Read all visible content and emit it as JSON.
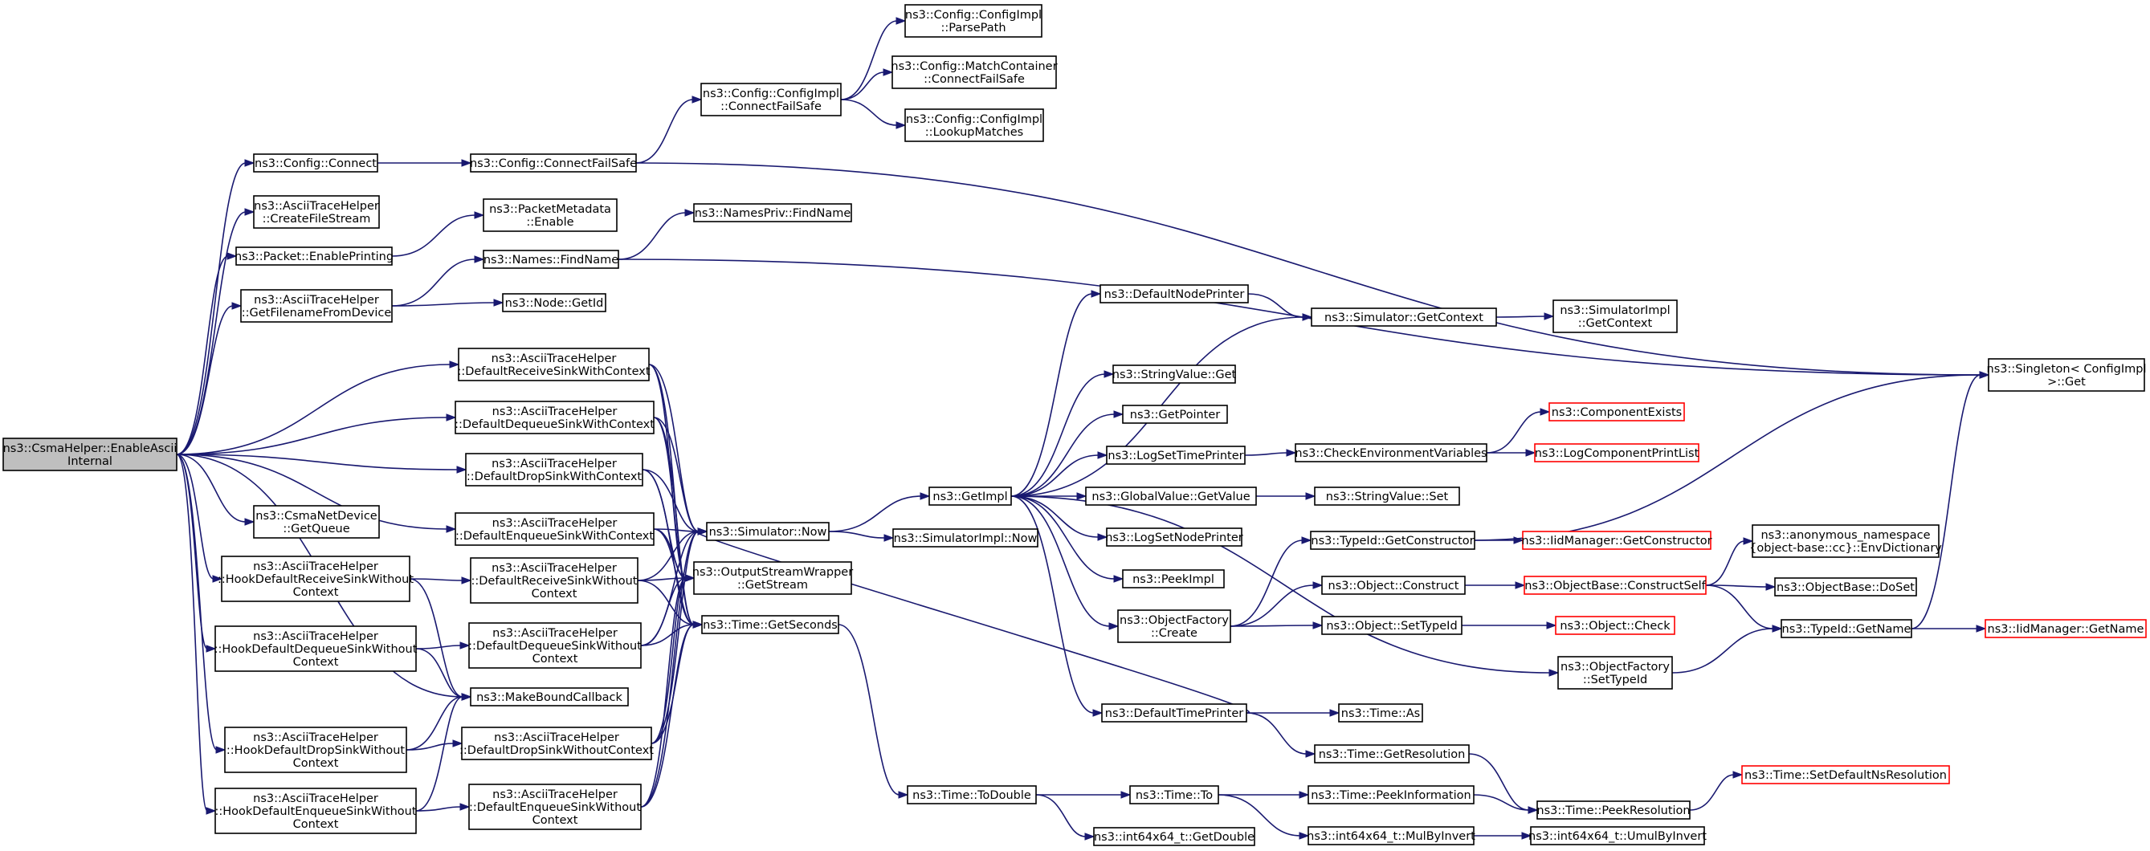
{
  "graph": {
    "nodes": [
      {
        "id": "root",
        "lines": [
          "ns3::CsmaHelper::EnableAscii",
          "Internal"
        ],
        "kind": "root"
      },
      {
        "id": "cfgConnect",
        "lines": [
          "ns3::Config::Connect"
        ],
        "kind": "normal"
      },
      {
        "id": "createFile",
        "lines": [
          "ns3::AsciiTraceHelper",
          "::CreateFileStream"
        ],
        "kind": "normal"
      },
      {
        "id": "pktEnable",
        "lines": [
          "ns3::Packet::EnablePrinting"
        ],
        "kind": "normal"
      },
      {
        "id": "getFilename",
        "lines": [
          "ns3::AsciiTraceHelper",
          "::GetFilenameFromDevice"
        ],
        "kind": "normal"
      },
      {
        "id": "defRecvCtx",
        "lines": [
          "ns3::AsciiTraceHelper",
          "::DefaultReceiveSinkWithContext"
        ],
        "kind": "normal"
      },
      {
        "id": "defDeqCtx",
        "lines": [
          "ns3::AsciiTraceHelper",
          "::DefaultDequeueSinkWithContext"
        ],
        "kind": "normal"
      },
      {
        "id": "defDropCtx",
        "lines": [
          "ns3::AsciiTraceHelper",
          "::DefaultDropSinkWithContext"
        ],
        "kind": "normal"
      },
      {
        "id": "defEnqCtx",
        "lines": [
          "ns3::AsciiTraceHelper",
          "::DefaultEnqueueSinkWithContext"
        ],
        "kind": "normal"
      },
      {
        "id": "csmaGetQueue",
        "lines": [
          "ns3::CsmaNetDevice",
          "::GetQueue"
        ],
        "kind": "normal"
      },
      {
        "id": "hookRecv",
        "lines": [
          "ns3::AsciiTraceHelper",
          "::HookDefaultReceiveSinkWithout",
          "Context"
        ],
        "kind": "normal"
      },
      {
        "id": "hookDeq",
        "lines": [
          "ns3::AsciiTraceHelper",
          "::HookDefaultDequeueSinkWithout",
          "Context"
        ],
        "kind": "normal"
      },
      {
        "id": "hookDrop",
        "lines": [
          "ns3::AsciiTraceHelper",
          "::HookDefaultDropSinkWithout",
          "Context"
        ],
        "kind": "normal"
      },
      {
        "id": "hookEnq",
        "lines": [
          "ns3::AsciiTraceHelper",
          "::HookDefaultEnqueueSinkWithout",
          "Context"
        ],
        "kind": "normal"
      },
      {
        "id": "cfgConnectFS",
        "lines": [
          "ns3::Config::ConnectFailSafe"
        ],
        "kind": "normal"
      },
      {
        "id": "pktMetaEnable",
        "lines": [
          "ns3::PacketMetadata",
          "::Enable"
        ],
        "kind": "normal"
      },
      {
        "id": "namesFind",
        "lines": [
          "ns3::Names::FindName"
        ],
        "kind": "normal"
      },
      {
        "id": "nodeGetId",
        "lines": [
          "ns3::Node::GetId"
        ],
        "kind": "normal"
      },
      {
        "id": "defRecvNoCtx",
        "lines": [
          "ns3::AsciiTraceHelper",
          "::DefaultReceiveSinkWithout",
          "Context"
        ],
        "kind": "normal"
      },
      {
        "id": "defDeqNoCtx",
        "lines": [
          "ns3::AsciiTraceHelper",
          "::DefaultDequeueSinkWithout",
          "Context"
        ],
        "kind": "normal"
      },
      {
        "id": "makeBound",
        "lines": [
          "ns3::MakeBoundCallback"
        ],
        "kind": "normal"
      },
      {
        "id": "defDropNoCtx",
        "lines": [
          "ns3::AsciiTraceHelper",
          "::DefaultDropSinkWithoutContext"
        ],
        "kind": "normal"
      },
      {
        "id": "defEnqNoCtx",
        "lines": [
          "ns3::AsciiTraceHelper",
          "::DefaultEnqueueSinkWithout",
          "Context"
        ],
        "kind": "normal"
      },
      {
        "id": "cfgImplConnectFS",
        "lines": [
          "ns3::Config::ConfigImpl",
          "::ConnectFailSafe"
        ],
        "kind": "normal"
      },
      {
        "id": "namesPrivFind",
        "lines": [
          "ns3::NamesPriv::FindName"
        ],
        "kind": "normal"
      },
      {
        "id": "simNow",
        "lines": [
          "ns3::Simulator::Now"
        ],
        "kind": "normal"
      },
      {
        "id": "oswGetStream",
        "lines": [
          "ns3::OutputStreamWrapper",
          "::GetStream"
        ],
        "kind": "normal"
      },
      {
        "id": "timeGetSeconds",
        "lines": [
          "ns3::Time::GetSeconds"
        ],
        "kind": "normal"
      },
      {
        "id": "cfgParsePath",
        "lines": [
          "ns3::Config::ConfigImpl",
          "::ParsePath"
        ],
        "kind": "normal"
      },
      {
        "id": "cfgMatchConnFS",
        "lines": [
          "ns3::Config::MatchContainer",
          "::ConnectFailSafe"
        ],
        "kind": "normal"
      },
      {
        "id": "cfgLookup",
        "lines": [
          "ns3::Config::ConfigImpl",
          "::LookupMatches"
        ],
        "kind": "normal"
      },
      {
        "id": "getImpl",
        "lines": [
          "ns3::GetImpl"
        ],
        "kind": "normal"
      },
      {
        "id": "simImplNow",
        "lines": [
          "ns3::SimulatorImpl::Now"
        ],
        "kind": "normal"
      },
      {
        "id": "timeToDouble",
        "lines": [
          "ns3::Time::ToDouble"
        ],
        "kind": "normal"
      },
      {
        "id": "defNodePrinter",
        "lines": [
          "ns3::DefaultNodePrinter"
        ],
        "kind": "normal"
      },
      {
        "id": "strValGet",
        "lines": [
          "ns3::StringValue::Get"
        ],
        "kind": "normal"
      },
      {
        "id": "getPointer",
        "lines": [
          "ns3::GetPointer"
        ],
        "kind": "normal"
      },
      {
        "id": "logSetTimePrinter",
        "lines": [
          "ns3::LogSetTimePrinter"
        ],
        "kind": "normal"
      },
      {
        "id": "gvGetValue",
        "lines": [
          "ns3::GlobalValue::GetValue"
        ],
        "kind": "normal"
      },
      {
        "id": "logSetNodePrinter",
        "lines": [
          "ns3::LogSetNodePrinter"
        ],
        "kind": "normal"
      },
      {
        "id": "peekImpl",
        "lines": [
          "ns3::PeekImpl"
        ],
        "kind": "normal"
      },
      {
        "id": "objFactCreate",
        "lines": [
          "ns3::ObjectFactory",
          "::Create"
        ],
        "kind": "normal"
      },
      {
        "id": "defTimePrinter",
        "lines": [
          "ns3::DefaultTimePrinter"
        ],
        "kind": "normal"
      },
      {
        "id": "timeTo",
        "lines": [
          "ns3::Time::To"
        ],
        "kind": "normal"
      },
      {
        "id": "i64GetDouble",
        "lines": [
          "ns3::int64x64_t::GetDouble"
        ],
        "kind": "normal"
      },
      {
        "id": "simGetContext",
        "lines": [
          "ns3::Simulator::GetContext"
        ],
        "kind": "normal"
      },
      {
        "id": "checkEnvVars",
        "lines": [
          "ns3::CheckEnvironmentVariables"
        ],
        "kind": "normal"
      },
      {
        "id": "strValSet",
        "lines": [
          "ns3::StringValue::Set"
        ],
        "kind": "normal"
      },
      {
        "id": "typeIdGetCtor",
        "lines": [
          "ns3::TypeId::GetConstructor"
        ],
        "kind": "normal"
      },
      {
        "id": "objConstruct",
        "lines": [
          "ns3::Object::Construct"
        ],
        "kind": "normal"
      },
      {
        "id": "objSetTypeId",
        "lines": [
          "ns3::Object::SetTypeId"
        ],
        "kind": "normal"
      },
      {
        "id": "timeAs",
        "lines": [
          "ns3::Time::As"
        ],
        "kind": "normal"
      },
      {
        "id": "timeGetRes",
        "lines": [
          "ns3::Time::GetResolution"
        ],
        "kind": "normal"
      },
      {
        "id": "timePeekInfo",
        "lines": [
          "ns3::Time::PeekInformation"
        ],
        "kind": "normal"
      },
      {
        "id": "i64MulByInv",
        "lines": [
          "ns3::int64x64_t::MulByInvert"
        ],
        "kind": "normal"
      },
      {
        "id": "simImplGetCtx",
        "lines": [
          "ns3::SimulatorImpl",
          "::GetContext"
        ],
        "kind": "normal"
      },
      {
        "id": "compExists",
        "lines": [
          "ns3::ComponentExists"
        ],
        "kind": "truncated"
      },
      {
        "id": "logCompPrintList",
        "lines": [
          "ns3::LogComponentPrintList"
        ],
        "kind": "truncated"
      },
      {
        "id": "iidMgrGetCtor",
        "lines": [
          "ns3::IidManager::GetConstructor"
        ],
        "kind": "truncated"
      },
      {
        "id": "objBaseConstructSelf",
        "lines": [
          "ns3::ObjectBase::ConstructSelf"
        ],
        "kind": "truncated"
      },
      {
        "id": "objCheck",
        "lines": [
          "ns3::Object::Check"
        ],
        "kind": "truncated"
      },
      {
        "id": "objFactSetTypeId",
        "lines": [
          "ns3::ObjectFactory",
          "::SetTypeId"
        ],
        "kind": "normal"
      },
      {
        "id": "timePeekRes",
        "lines": [
          "ns3::Time::PeekResolution"
        ],
        "kind": "normal"
      },
      {
        "id": "i64UmulByInv",
        "lines": [
          "ns3::int64x64_t::UmulByInvert"
        ],
        "kind": "normal"
      },
      {
        "id": "singletonGet",
        "lines": [
          "ns3::Singleton< ConfigImpl",
          ">::Get"
        ],
        "kind": "normal"
      },
      {
        "id": "envDictionary",
        "lines": [
          "ns3::anonymous_namespace",
          "{object-base::cc}::EnvDictionary"
        ],
        "kind": "normal"
      },
      {
        "id": "objBaseDoSet",
        "lines": [
          "ns3::ObjectBase::DoSet"
        ],
        "kind": "normal"
      },
      {
        "id": "typeIdGetName",
        "lines": [
          "ns3::TypeId::GetName"
        ],
        "kind": "normal"
      },
      {
        "id": "timeSetDefaultNs",
        "lines": [
          "ns3::Time::SetDefaultNsResolution"
        ],
        "kind": "truncated"
      },
      {
        "id": "iidMgrGetName",
        "lines": [
          "ns3::IidManager::GetName"
        ],
        "kind": "truncated"
      }
    ],
    "edges": [
      [
        "root",
        "cfgConnect"
      ],
      [
        "root",
        "createFile"
      ],
      [
        "root",
        "pktEnable"
      ],
      [
        "root",
        "getFilename"
      ],
      [
        "root",
        "defRecvCtx"
      ],
      [
        "root",
        "defDeqCtx"
      ],
      [
        "root",
        "defDropCtx"
      ],
      [
        "root",
        "defEnqCtx"
      ],
      [
        "root",
        "csmaGetQueue"
      ],
      [
        "root",
        "hookRecv"
      ],
      [
        "root",
        "hookDeq"
      ],
      [
        "root",
        "hookDrop"
      ],
      [
        "root",
        "hookEnq"
      ],
      [
        "root",
        "makeBound"
      ],
      [
        "cfgConnect",
        "cfgConnectFS"
      ],
      [
        "cfgConnectFS",
        "cfgImplConnectFS"
      ],
      [
        "cfgConnectFS",
        "singletonGet"
      ],
      [
        "cfgImplConnectFS",
        "cfgParsePath"
      ],
      [
        "cfgImplConnectFS",
        "cfgMatchConnFS"
      ],
      [
        "cfgImplConnectFS",
        "cfgLookup"
      ],
      [
        "pktEnable",
        "pktMetaEnable"
      ],
      [
        "getFilename",
        "namesFind"
      ],
      [
        "getFilename",
        "nodeGetId"
      ],
      [
        "namesFind",
        "namesPrivFind"
      ],
      [
        "namesFind",
        "singletonGet"
      ],
      [
        "defRecvCtx",
        "simNow"
      ],
      [
        "defRecvCtx",
        "oswGetStream"
      ],
      [
        "defRecvCtx",
        "timeGetSeconds"
      ],
      [
        "defDeqCtx",
        "simNow"
      ],
      [
        "defDeqCtx",
        "oswGetStream"
      ],
      [
        "defDeqCtx",
        "timeGetSeconds"
      ],
      [
        "defDropCtx",
        "simNow"
      ],
      [
        "defDropCtx",
        "oswGetStream"
      ],
      [
        "defDropCtx",
        "timeGetSeconds"
      ],
      [
        "defEnqCtx",
        "simNow"
      ],
      [
        "defEnqCtx",
        "oswGetStream"
      ],
      [
        "defEnqCtx",
        "timeGetSeconds"
      ],
      [
        "hookRecv",
        "defRecvNoCtx"
      ],
      [
        "hookRecv",
        "makeBound"
      ],
      [
        "hookDeq",
        "defDeqNoCtx"
      ],
      [
        "hookDeq",
        "makeBound"
      ],
      [
        "hookDrop",
        "defDropNoCtx"
      ],
      [
        "hookDrop",
        "makeBound"
      ],
      [
        "hookEnq",
        "defEnqNoCtx"
      ],
      [
        "hookEnq",
        "makeBound"
      ],
      [
        "defRecvNoCtx",
        "simNow"
      ],
      [
        "defRecvNoCtx",
        "oswGetStream"
      ],
      [
        "defRecvNoCtx",
        "timeGetSeconds"
      ],
      [
        "defDeqNoCtx",
        "simNow"
      ],
      [
        "defDeqNoCtx",
        "oswGetStream"
      ],
      [
        "defDeqNoCtx",
        "timeGetSeconds"
      ],
      [
        "defDropNoCtx",
        "simNow"
      ],
      [
        "defDropNoCtx",
        "oswGetStream"
      ],
      [
        "defDropNoCtx",
        "timeGetSeconds"
      ],
      [
        "defEnqNoCtx",
        "simNow"
      ],
      [
        "defEnqNoCtx",
        "oswGetStream"
      ],
      [
        "defEnqNoCtx",
        "timeGetSeconds"
      ],
      [
        "simNow",
        "getImpl"
      ],
      [
        "simNow",
        "simImplNow"
      ],
      [
        "timeGetSeconds",
        "timeToDouble"
      ],
      [
        "timeToDouble",
        "timeTo"
      ],
      [
        "timeToDouble",
        "i64GetDouble"
      ],
      [
        "getImpl",
        "defNodePrinter"
      ],
      [
        "getImpl",
        "strValGet"
      ],
      [
        "getImpl",
        "getPointer"
      ],
      [
        "getImpl",
        "logSetTimePrinter"
      ],
      [
        "getImpl",
        "gvGetValue"
      ],
      [
        "getImpl",
        "logSetNodePrinter"
      ],
      [
        "getImpl",
        "peekImpl"
      ],
      [
        "getImpl",
        "objFactCreate"
      ],
      [
        "getImpl",
        "defTimePrinter"
      ],
      [
        "getImpl",
        "simGetContext"
      ],
      [
        "getImpl",
        "objFactSetTypeId"
      ],
      [
        "defNodePrinter",
        "simGetContext"
      ],
      [
        "simGetContext",
        "simImplGetCtx"
      ],
      [
        "logSetTimePrinter",
        "checkEnvVars"
      ],
      [
        "checkEnvVars",
        "compExists"
      ],
      [
        "checkEnvVars",
        "logCompPrintList"
      ],
      [
        "gvGetValue",
        "strValSet"
      ],
      [
        "objFactCreate",
        "typeIdGetCtor"
      ],
      [
        "objFactCreate",
        "objConstruct"
      ],
      [
        "objFactCreate",
        "objSetTypeId"
      ],
      [
        "typeIdGetCtor",
        "iidMgrGetCtor"
      ],
      [
        "typeIdGetCtor",
        "singletonGet"
      ],
      [
        "objConstruct",
        "objBaseConstructSelf"
      ],
      [
        "objSetTypeId",
        "objCheck"
      ],
      [
        "objBaseConstructSelf",
        "envDictionary"
      ],
      [
        "objBaseConstructSelf",
        "objBaseDoSet"
      ],
      [
        "objBaseConstructSelf",
        "typeIdGetName"
      ],
      [
        "objFactSetTypeId",
        "typeIdGetName"
      ],
      [
        "typeIdGetName",
        "iidMgrGetName"
      ],
      [
        "typeIdGetName",
        "singletonGet"
      ],
      [
        "defTimePrinter",
        "simNow"
      ],
      [
        "defTimePrinter",
        "timeAs"
      ],
      [
        "defTimePrinter",
        "timeGetRes"
      ],
      [
        "timeGetRes",
        "timePeekRes"
      ],
      [
        "timeTo",
        "timePeekInfo"
      ],
      [
        "timeTo",
        "i64MulByInv"
      ],
      [
        "timePeekInfo",
        "timePeekRes"
      ],
      [
        "timePeekRes",
        "timeSetDefaultNs"
      ],
      [
        "i64MulByInv",
        "i64UmulByInv"
      ]
    ],
    "colors": {
      "edge": "#191970",
      "root_fill": "#bfbfbf",
      "node_fill": "#ffffff",
      "node_border": "#000000",
      "truncated_border": "#ff0000"
    }
  }
}
